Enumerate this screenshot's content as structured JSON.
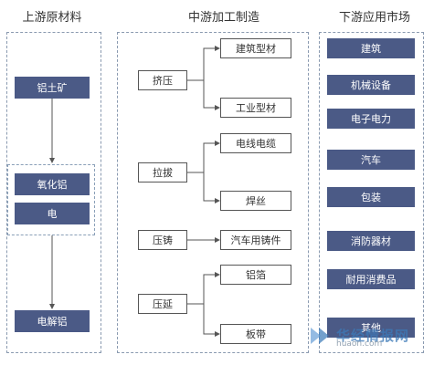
{
  "columns": {
    "upstream": "上游原材料",
    "midstream": "中游加工制造",
    "downstream": "下游应用市场"
  },
  "upstream": {
    "bauxite": "铝土矿",
    "alumina": "氧化铝",
    "electricity": "电",
    "electrolytic_aluminum": "电解铝"
  },
  "midstream": {
    "extrusion": "挤压",
    "extrusion_outputs": [
      "建筑型材",
      "工业型材"
    ],
    "drawing": "拉拔",
    "drawing_outputs": [
      "电线电缆",
      "焊丝"
    ],
    "casting": "压铸",
    "casting_outputs": [
      "汽车用铸件"
    ],
    "rolling": "压延",
    "rolling_outputs": [
      "铝箔",
      "板带"
    ]
  },
  "downstream": {
    "markets": [
      "建筑",
      "机械设备",
      "电子电力",
      "汽车",
      "包装",
      "消防器材",
      "耐用消费品",
      "其他"
    ]
  },
  "watermark": {
    "brand": "华经情报网",
    "site": "huaon.com"
  }
}
